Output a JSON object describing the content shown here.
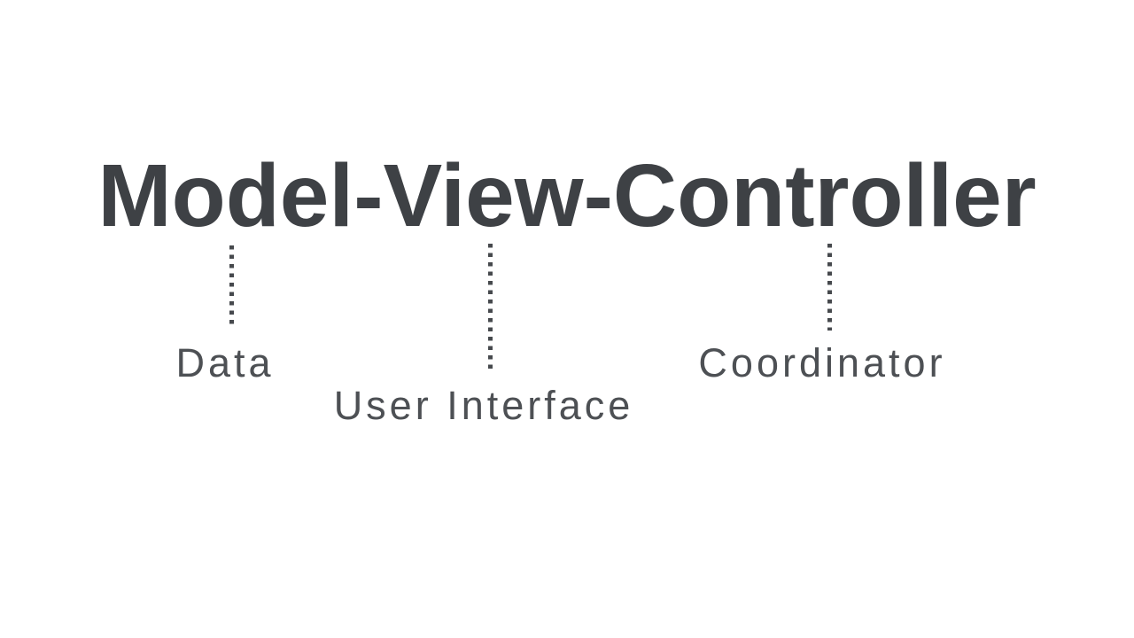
{
  "colors": {
    "background": "#ffffff",
    "title": "#3e4145",
    "label": "#4d5054",
    "dot": "#46494d"
  },
  "title": {
    "text": "Model-View-Controller"
  },
  "annotations": [
    {
      "term": "Model",
      "label": "Data"
    },
    {
      "term": "View",
      "label": "User Interface"
    },
    {
      "term": "Controller",
      "label": "Coordinator"
    }
  ]
}
